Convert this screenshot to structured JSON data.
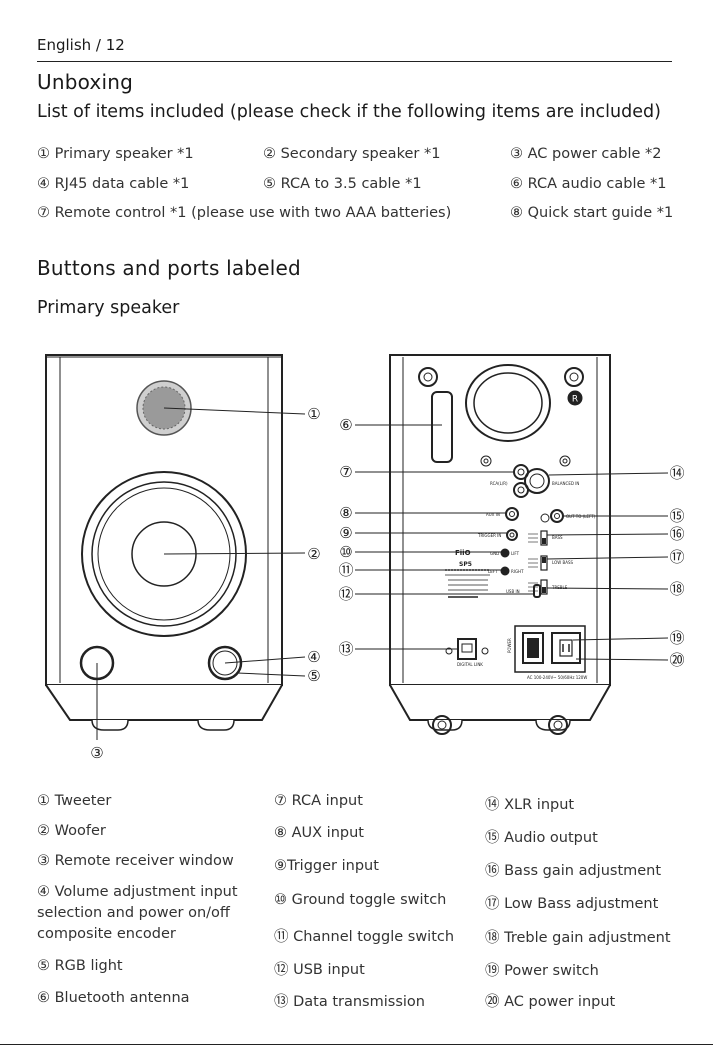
{
  "header": "English / 12",
  "unboxing": {
    "title": "Unboxing",
    "subtitle": "List of items included (please check if the following items are included)",
    "items": [
      "① Primary speaker *1",
      "② Secondary speaker *1",
      "③ AC power cable *2",
      "④ RJ45 data cable *1",
      "⑤ RCA to 3.5 cable *1",
      "⑥ RCA audio cable *1",
      "⑦ Remote control *1 (please use with two AAA batteries)",
      "⑧ Quick start guide *1"
    ]
  },
  "buttons": {
    "title": "Buttons and ports labeled",
    "subtitle": "Primary speaker"
  },
  "diagram": {
    "callouts": [
      "①",
      "②",
      "③",
      "④",
      "⑤",
      "⑥",
      "⑦",
      "⑧",
      "⑨",
      "⑩",
      "⑪",
      "⑫",
      "⑬",
      "⑭",
      "⑮",
      "⑯",
      "⑰",
      "⑱",
      "⑲",
      "⑳"
    ],
    "panel": {
      "r_mark": "R",
      "brand": "FiiO",
      "model": "SP5",
      "xlr_label": "BALANCED IN",
      "rca_label": "RCA(L/R)",
      "aux_label": "AUX IN",
      "trigger_label": "TRIGGER IN",
      "gnd_label": "GND",
      "lift_label": "LIFT",
      "left_label": "LEFT",
      "right_label": "RIGHT",
      "usb_label": "USB IN",
      "out_label": "OUT TO (LEFT)",
      "bass_label": "BASS",
      "low_bass_label": "LOW BASS",
      "treble_label": "TREBLE",
      "digital_label": "DIGITAL LINK",
      "power_label": "POWER",
      "ac_rating": "AC 100-240V~ 50/60Hz 120W"
    }
  },
  "legend": [
    "① Tweeter",
    "② Woofer",
    "③ Remote receiver window",
    "④ Volume adjustment input selection and power on/off composite encoder",
    "⑤ RGB light",
    "⑥ Bluetooth antenna",
    "⑦ RCA input",
    "⑧ AUX input",
    "⑨Trigger input",
    "⑩ Ground toggle switch",
    "⑪ Channel toggle switch",
    "⑫ USB input",
    "⑬ Data transmission",
    "⑭ XLR input",
    "⑮ Audio output",
    "⑯ Bass gain adjustment",
    "⑰ Low Bass adjustment",
    "⑱ Treble gain adjustment",
    "⑲ Power switch",
    "⑳ AC power input"
  ]
}
